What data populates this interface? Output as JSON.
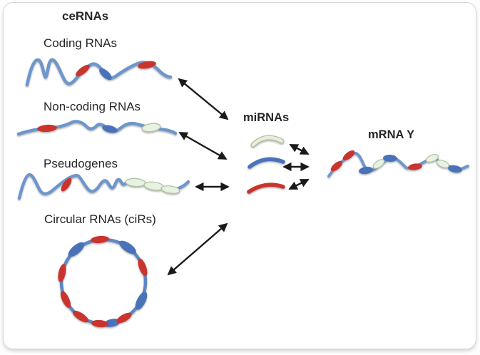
{
  "diagram": {
    "title": "ceRNAs",
    "groups": {
      "coding": {
        "label": "Coding RNAs"
      },
      "noncoding": {
        "label": "Non-coding RNAs"
      },
      "pseudogenes": {
        "label": "Pseudogenes"
      },
      "circular": {
        "label": "Circular RNAs (ciRs)"
      }
    },
    "center": {
      "label": "miRNAs",
      "variants": [
        "green-miRNA",
        "blue-miRNA",
        "red-miRNA"
      ]
    },
    "target": {
      "label": "mRNA Y"
    },
    "relationships": [
      {
        "from": "Coding RNAs",
        "to": "miRNAs",
        "bidirectional": true
      },
      {
        "from": "Non-coding RNAs",
        "to": "miRNAs",
        "bidirectional": true
      },
      {
        "from": "Pseudogenes",
        "to": "miRNAs",
        "bidirectional": true
      },
      {
        "from": "Circular RNAs (ciRs)",
        "to": "miRNAs",
        "bidirectional": true
      },
      {
        "from": "green-miRNA",
        "to": "mRNA Y",
        "bidirectional": true
      },
      {
        "from": "blue-miRNA",
        "to": "mRNA Y",
        "bidirectional": true
      },
      {
        "from": "red-miRNA",
        "to": "mRNA Y",
        "bidirectional": true
      }
    ],
    "colors": {
      "rna_line": "#6e96cb",
      "site_blue": "#4a72b8",
      "site_red": "#c9342f",
      "site_green_fill": "#e9f1e0",
      "site_green_stroke": "#a9bfa0",
      "arrow": "#1a1a1a",
      "text": "#262626",
      "card_border": "#d6d6d6"
    }
  }
}
